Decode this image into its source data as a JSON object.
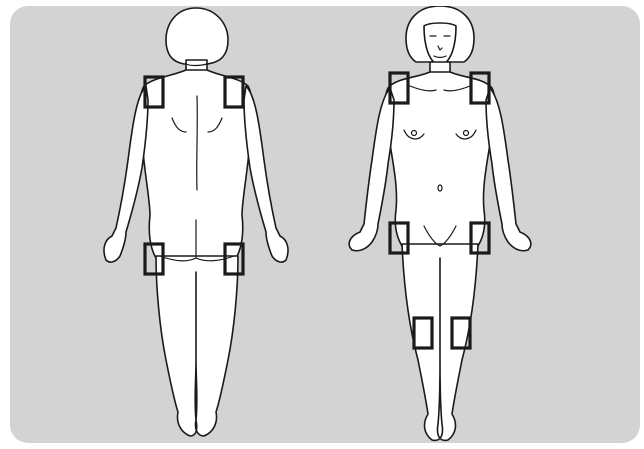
{
  "diagram": {
    "figures": [
      {
        "view": "back"
      },
      {
        "view": "front"
      }
    ],
    "markers": {
      "back": [
        "upper-back-left",
        "upper-back-right",
        "buttock-left",
        "buttock-right"
      ],
      "front": [
        "upper-arm-right",
        "upper-arm-left",
        "thigh-outer-right",
        "thigh-outer-left",
        "thigh-lower-right",
        "thigh-lower-left"
      ]
    },
    "colors": {
      "background": "#d3d3d3",
      "figure_fill": "#ffffff",
      "outline": "#1a1a1a",
      "marker": "#1a1a1a"
    }
  }
}
